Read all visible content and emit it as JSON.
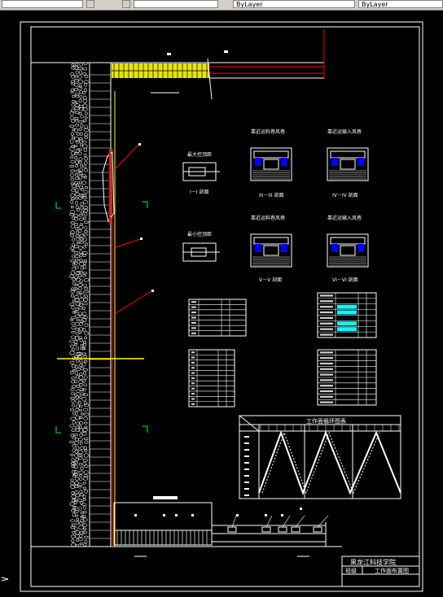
{
  "toolbar": {
    "field_1": "",
    "field_2": "",
    "layer_color": "ByLayer",
    "layer_linetype": "ByLayer"
  },
  "sections": {
    "s1_top": "最大控顶距",
    "s1_caption": "I－I 剖面",
    "s2_top": "最小控顶距",
    "s3_top": "靠近运料巷风巷",
    "s3_caption": "III－III 剖面",
    "s4_top": "靠近运输入风巷",
    "s4_caption": "IV－IV 剖面",
    "s5_top": "靠近运料巷风巷",
    "s5_caption": "V－V 剖面",
    "s6_top": "靠近运输入风巷",
    "s6_caption": "VI－VI 剖面"
  },
  "cycle_chart": {
    "title": "工作面循环图表"
  },
  "title_block": {
    "line1": "黑龙江科技学院",
    "line2_left": "班级",
    "line2_right": "工作面布置图"
  },
  "colors": {
    "background": "#000000",
    "frame": "#ffffff",
    "coal_wall": "#ffffff",
    "support": "#ff0000",
    "crossbeam": "#ffff00",
    "marker": "#00ff00",
    "fill_blue": "#0000ff",
    "fill_cyan": "#00ffff"
  }
}
